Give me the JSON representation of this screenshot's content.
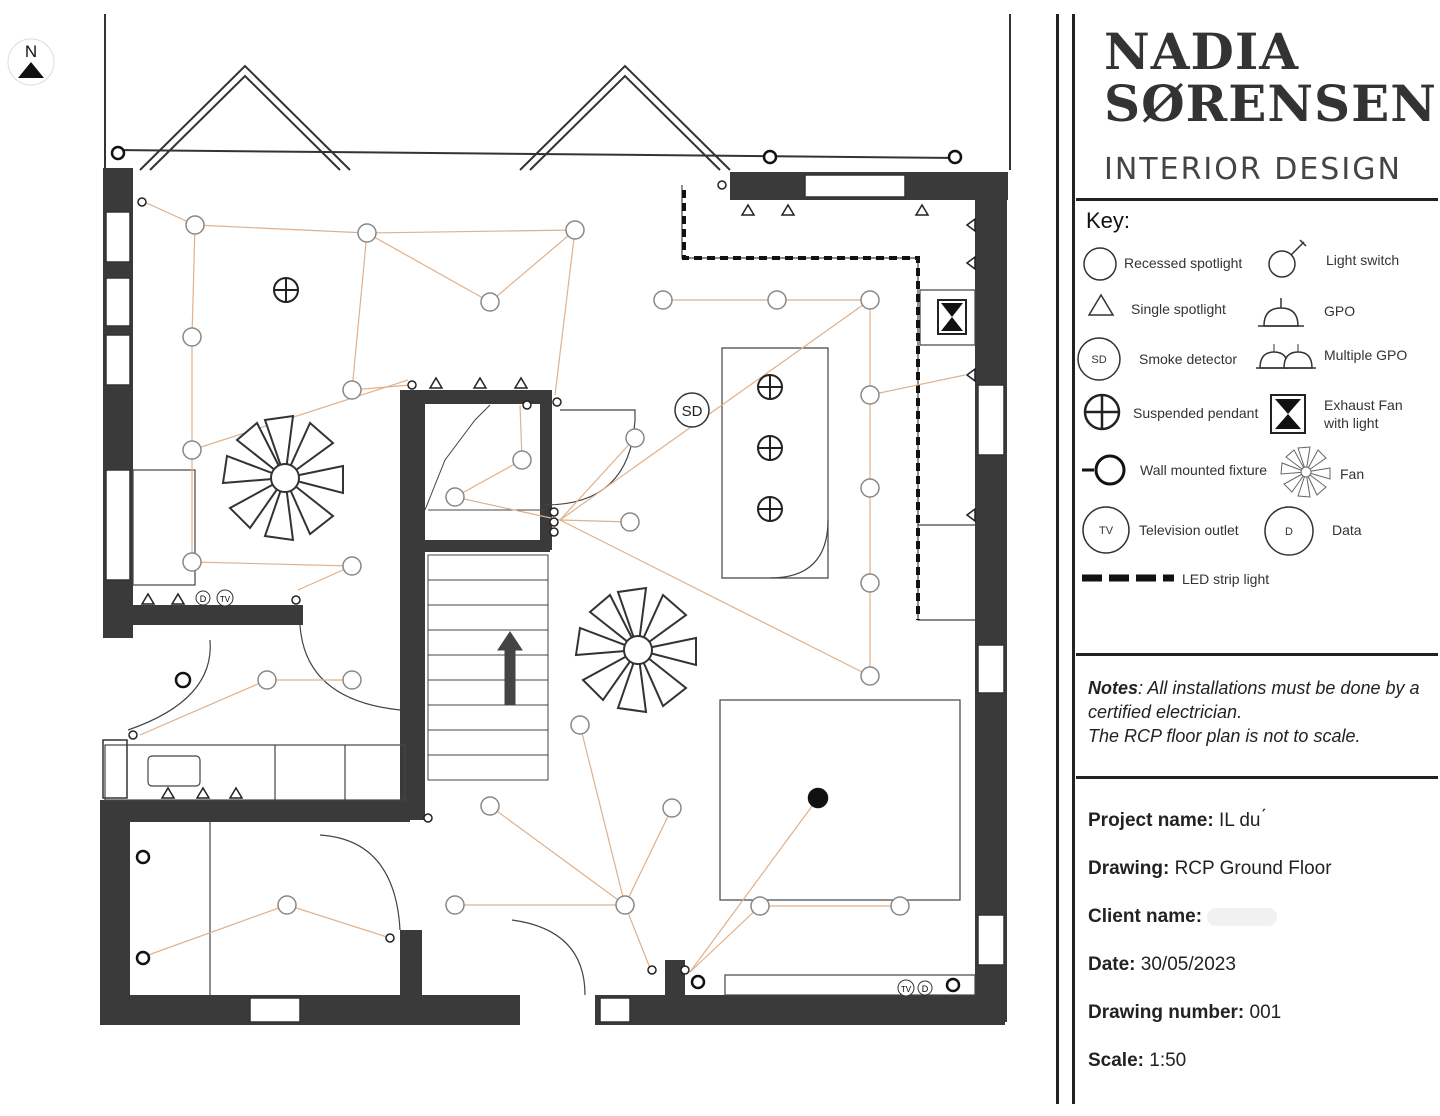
{
  "north": "N",
  "plan": {
    "sd_label": "SD",
    "d_label": "D",
    "tv_label": "TV"
  },
  "brand": {
    "line1": "NADIA",
    "line2": "SØRENSEN",
    "line3": "INTERIOR DESIGN"
  },
  "key": {
    "title": "Key:",
    "items": [
      {
        "icon": "recessed-spotlight-icon",
        "label": "Recessed spotlight"
      },
      {
        "icon": "light-switch-icon",
        "label": "Light switch"
      },
      {
        "icon": "single-spotlight-icon",
        "label": "Single spotlight"
      },
      {
        "icon": "gpo-icon",
        "label": "GPO"
      },
      {
        "icon": "smoke-detector-icon",
        "label": "Smoke detector",
        "symbol": "SD"
      },
      {
        "icon": "multiple-gpo-icon",
        "label": "Multiple GPO"
      },
      {
        "icon": "suspended-pendant-icon",
        "label": "Suspended pendant"
      },
      {
        "icon": "exhaust-fan-icon",
        "label": "Exhaust Fan with light"
      },
      {
        "icon": "wall-fixture-icon",
        "label": "Wall mounted fixture"
      },
      {
        "icon": "fan-icon",
        "label": "Fan"
      },
      {
        "icon": "tv-outlet-icon",
        "label": "Television outlet",
        "symbol": "TV"
      },
      {
        "icon": "data-icon",
        "label": "Data",
        "symbol": "D"
      },
      {
        "icon": "led-strip-icon",
        "label": "LED strip light"
      }
    ]
  },
  "notes": {
    "label": "Notes",
    "text": ": All installations must be done by a certified electrician.",
    "text2": "The RCP floor plan is not to scale."
  },
  "project": {
    "name_label": "Project name:",
    "name_value": "IL      du      ́",
    "drawing_label": "Drawing:",
    "drawing_value": "RCP Ground Floor",
    "client_label": "Client name:",
    "client_value": "",
    "date_label": "Date:",
    "date_value": "30/05/2023",
    "number_label": "Drawing number:",
    "number_value": "001",
    "scale_label": "Scale:",
    "scale_value": "1:50"
  },
  "colors": {
    "wall": "#3a3a3a",
    "wire": "#e0b08a",
    "ink": "#222222"
  }
}
